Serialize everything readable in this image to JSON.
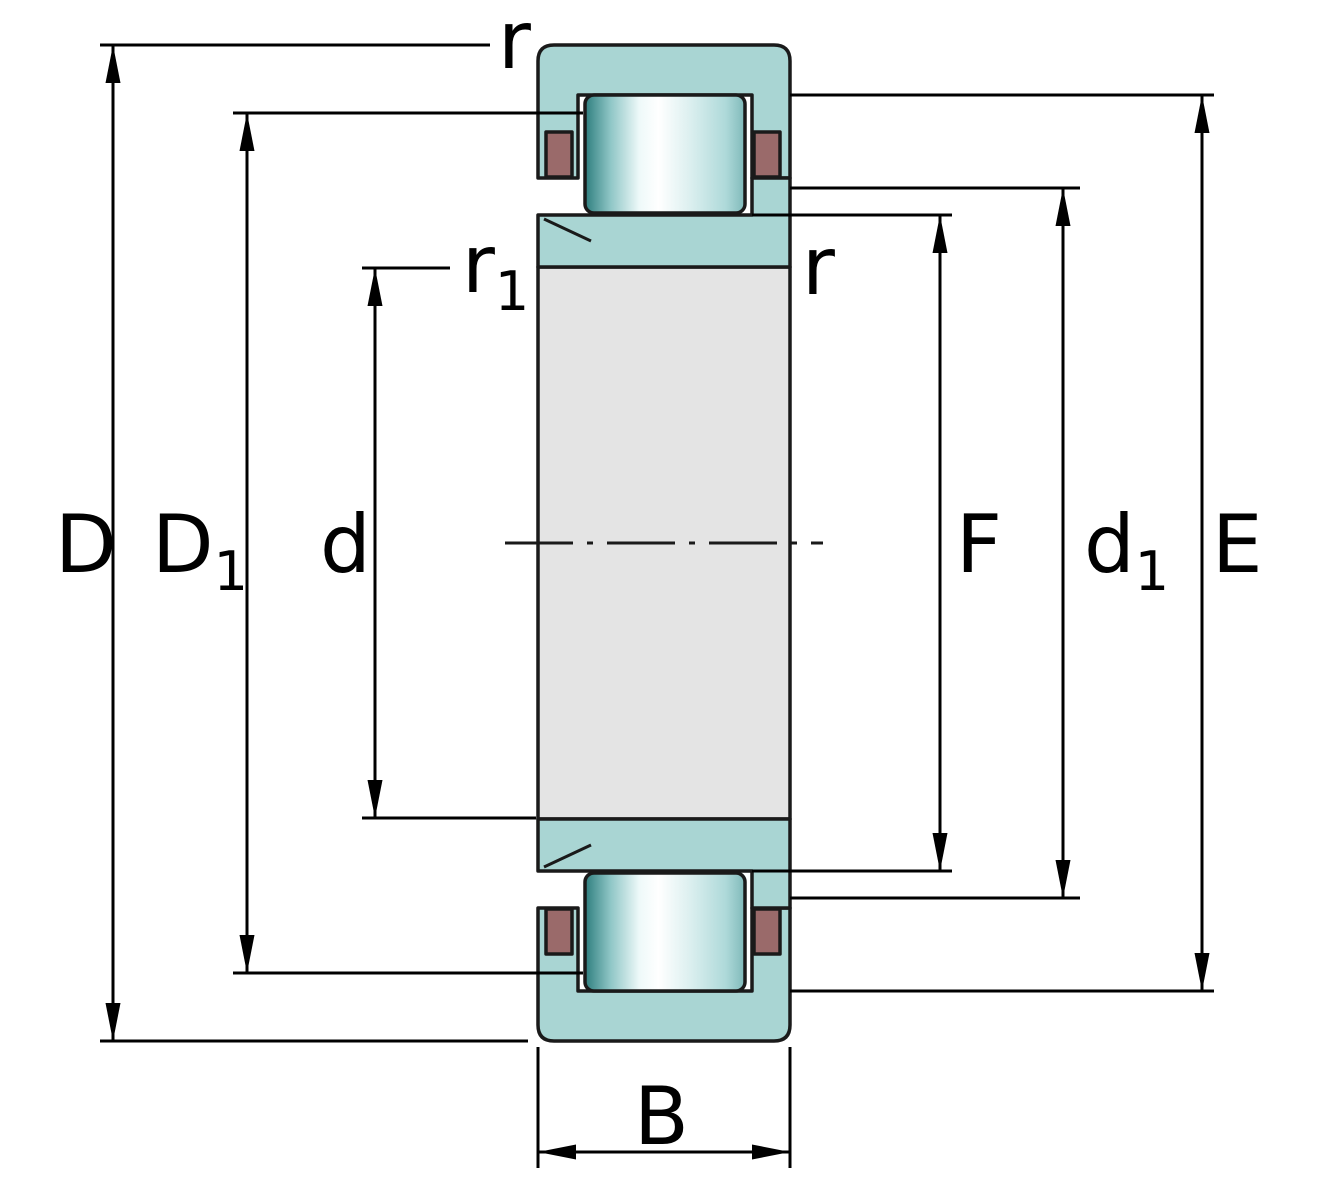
{
  "diagram": {
    "description": "cylindrical-roller-bearing-cross-section-dimension-drawing",
    "colors": {
      "ring_fill": "#a9d5d3",
      "cage_fill": "#9a6a6a",
      "bore_fill": "#e4e4e4",
      "outline": "#1a1a1a",
      "dimension_color": "#000000",
      "background": "#ffffff"
    },
    "dimensions": {
      "D": {
        "label": "D"
      },
      "D1": {
        "base": "D",
        "sub": "1"
      },
      "d": {
        "label": "d"
      },
      "r_top": {
        "label": "r"
      },
      "r1": {
        "base": "r",
        "sub": "1"
      },
      "r_inner": {
        "label": "r"
      },
      "F": {
        "label": "F"
      },
      "d1": {
        "base": "d",
        "sub": "1"
      },
      "E": {
        "label": "E"
      },
      "B": {
        "label": "B"
      }
    }
  }
}
